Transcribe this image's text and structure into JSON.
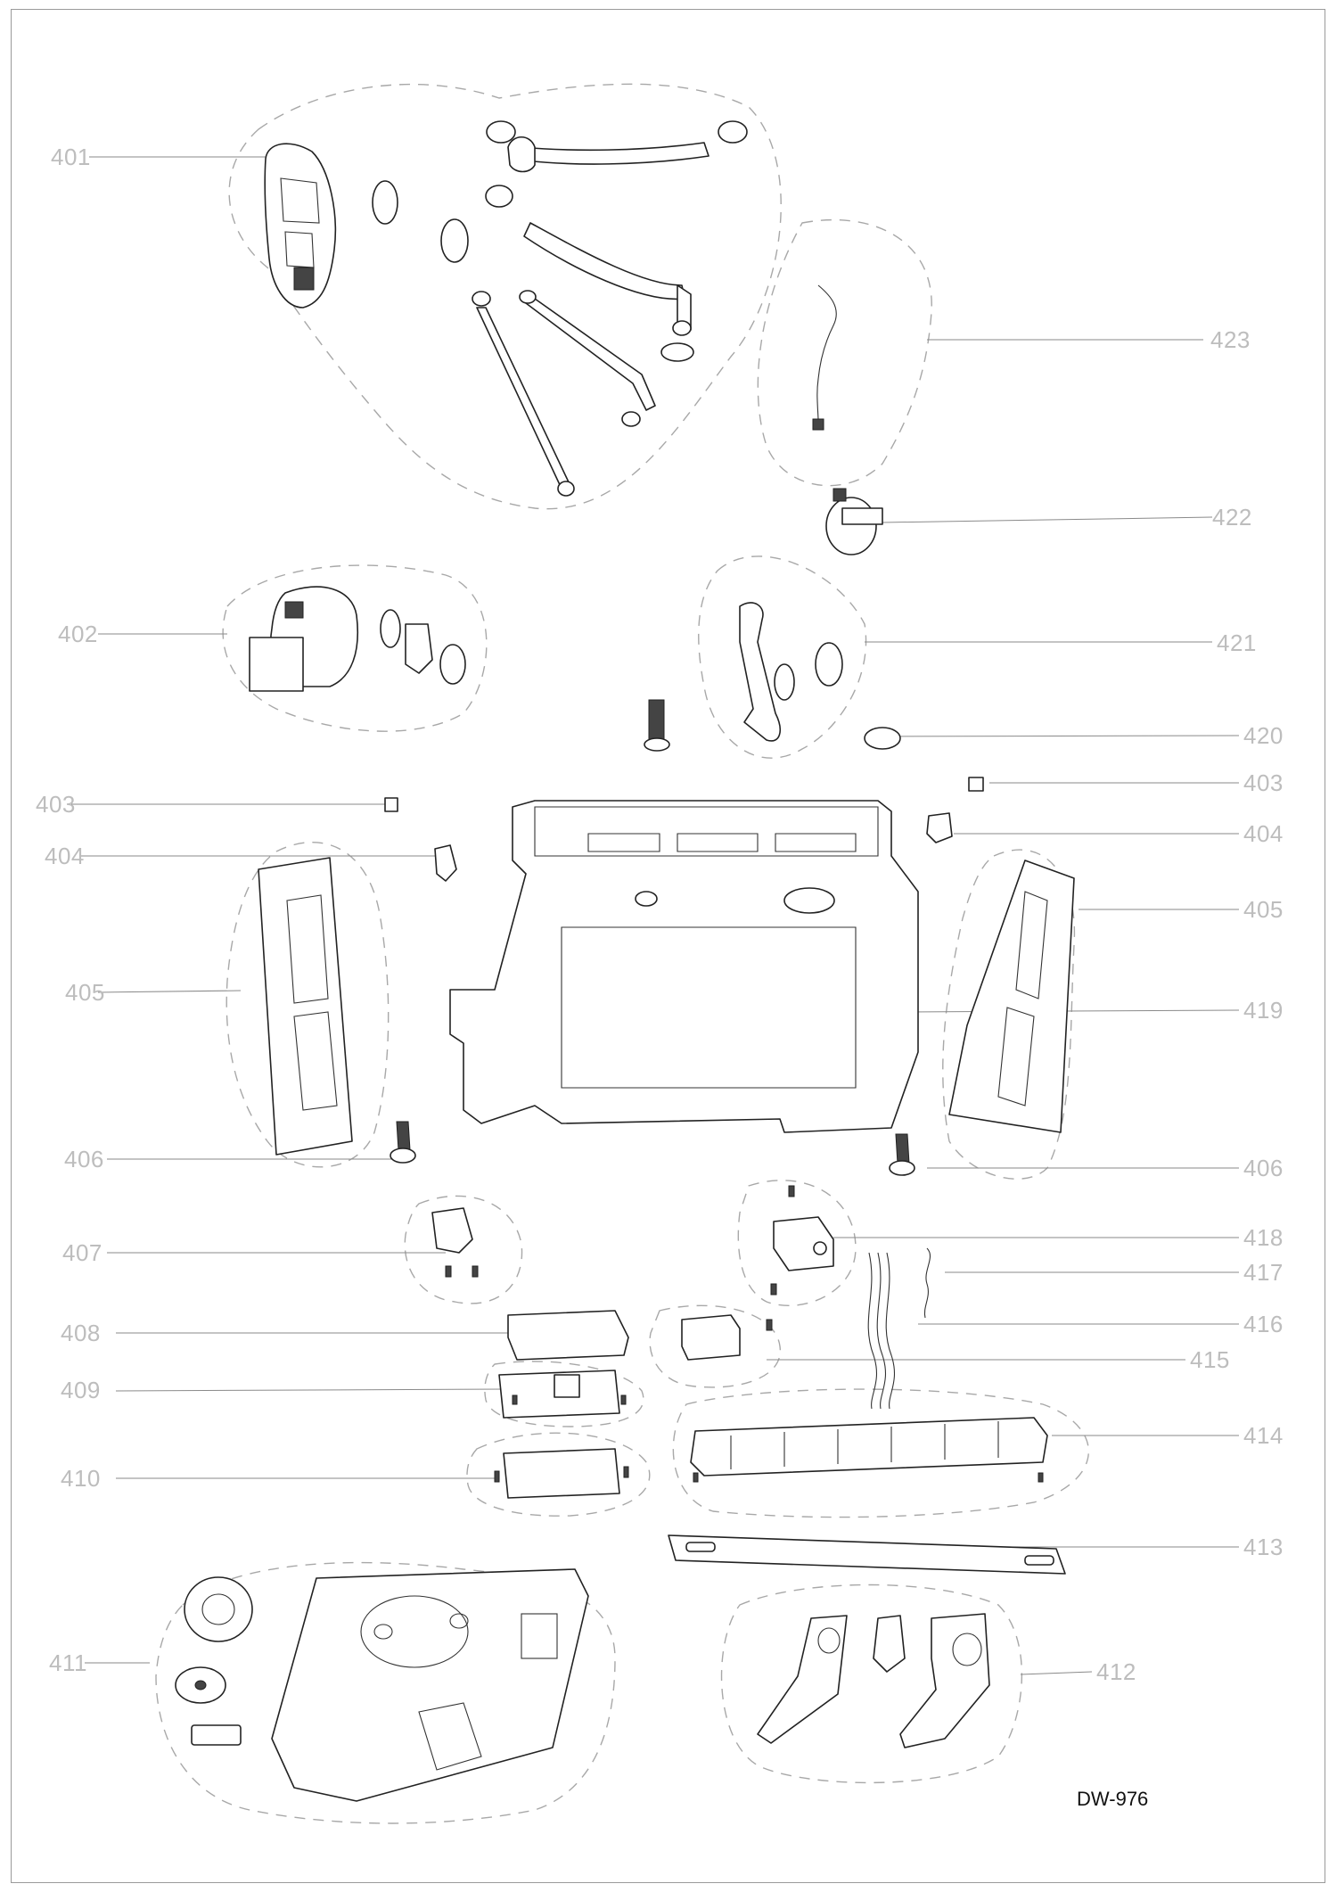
{
  "model": "DW-976",
  "part_labels": {
    "p401": "401",
    "p402": "402",
    "p403_left": "403",
    "p403_right": "403",
    "p404_left": "404",
    "p404_right": "404",
    "p405_left": "405",
    "p405_right": "405",
    "p406_left": "406",
    "p406_right": "406",
    "p407": "407",
    "p408": "408",
    "p409": "409",
    "p410": "410",
    "p411": "411",
    "p412": "412",
    "p413": "413",
    "p414": "414",
    "p415": "415",
    "p416": "416",
    "p417": "417",
    "p418": "418",
    "p419": "419",
    "p420": "420",
    "p421": "421",
    "p422": "422",
    "p423": "423"
  }
}
